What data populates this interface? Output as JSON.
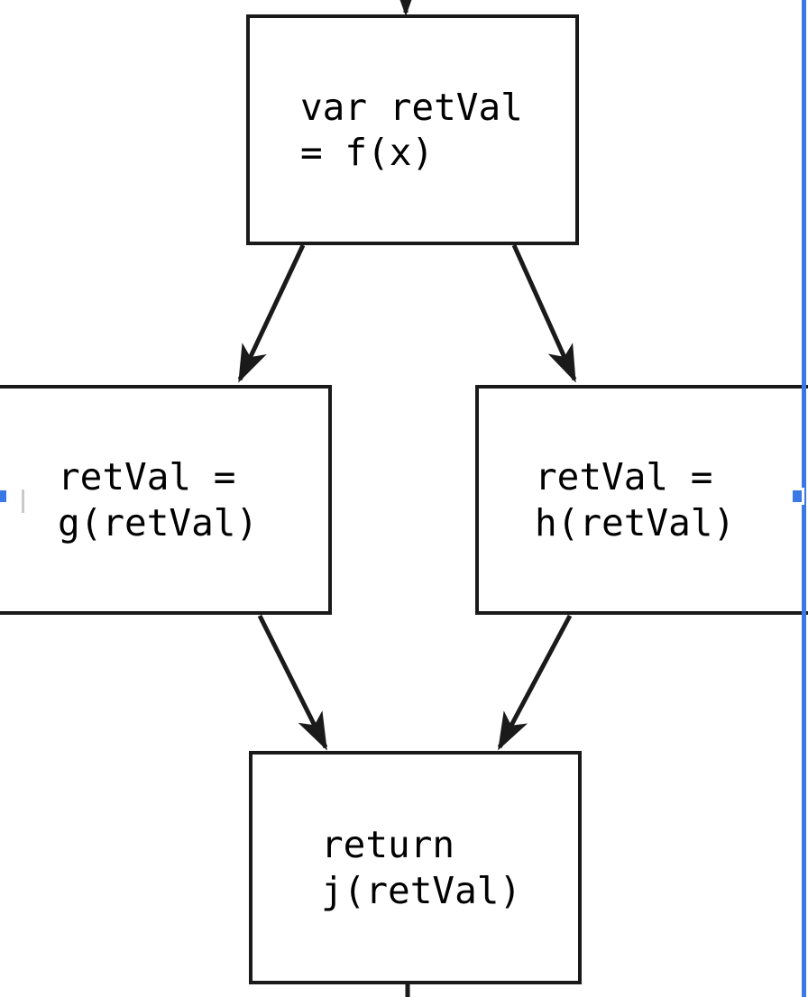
{
  "diagram": {
    "type": "control-flow-graph",
    "background_color": "#ffffff",
    "node_border_color": "#1a1a1a",
    "node_fill_color": "#ffffff",
    "edge_color": "#1a1a1a",
    "selection_color": "#3b78e7",
    "nodes": [
      {
        "id": "entry",
        "name": "var-retval-node",
        "text": "var retVal\n= f(x)",
        "line1": "var retVal",
        "line2": "= f(x)"
      },
      {
        "id": "left",
        "name": "g-retval-node",
        "text": "retVal =\ng(retVal)",
        "line1": "retVal =",
        "line2": "g(retVal)"
      },
      {
        "id": "right",
        "name": "h-retval-node",
        "text": "retVal =\nh(retVal)",
        "line1": "retVal =",
        "line2": "h(retVal)"
      },
      {
        "id": "exit",
        "name": "return-node",
        "text": "return\nj(retVal)",
        "line1": "return",
        "line2": "j(retVal)"
      }
    ],
    "edges": [
      {
        "from": "above",
        "to": "entry",
        "label": ""
      },
      {
        "from": "entry",
        "to": "left",
        "label": ""
      },
      {
        "from": "entry",
        "to": "right",
        "label": ""
      },
      {
        "from": "left",
        "to": "exit",
        "label": ""
      },
      {
        "from": "right",
        "to": "exit",
        "label": ""
      },
      {
        "from": "exit",
        "to": "below",
        "label": ""
      }
    ]
  }
}
